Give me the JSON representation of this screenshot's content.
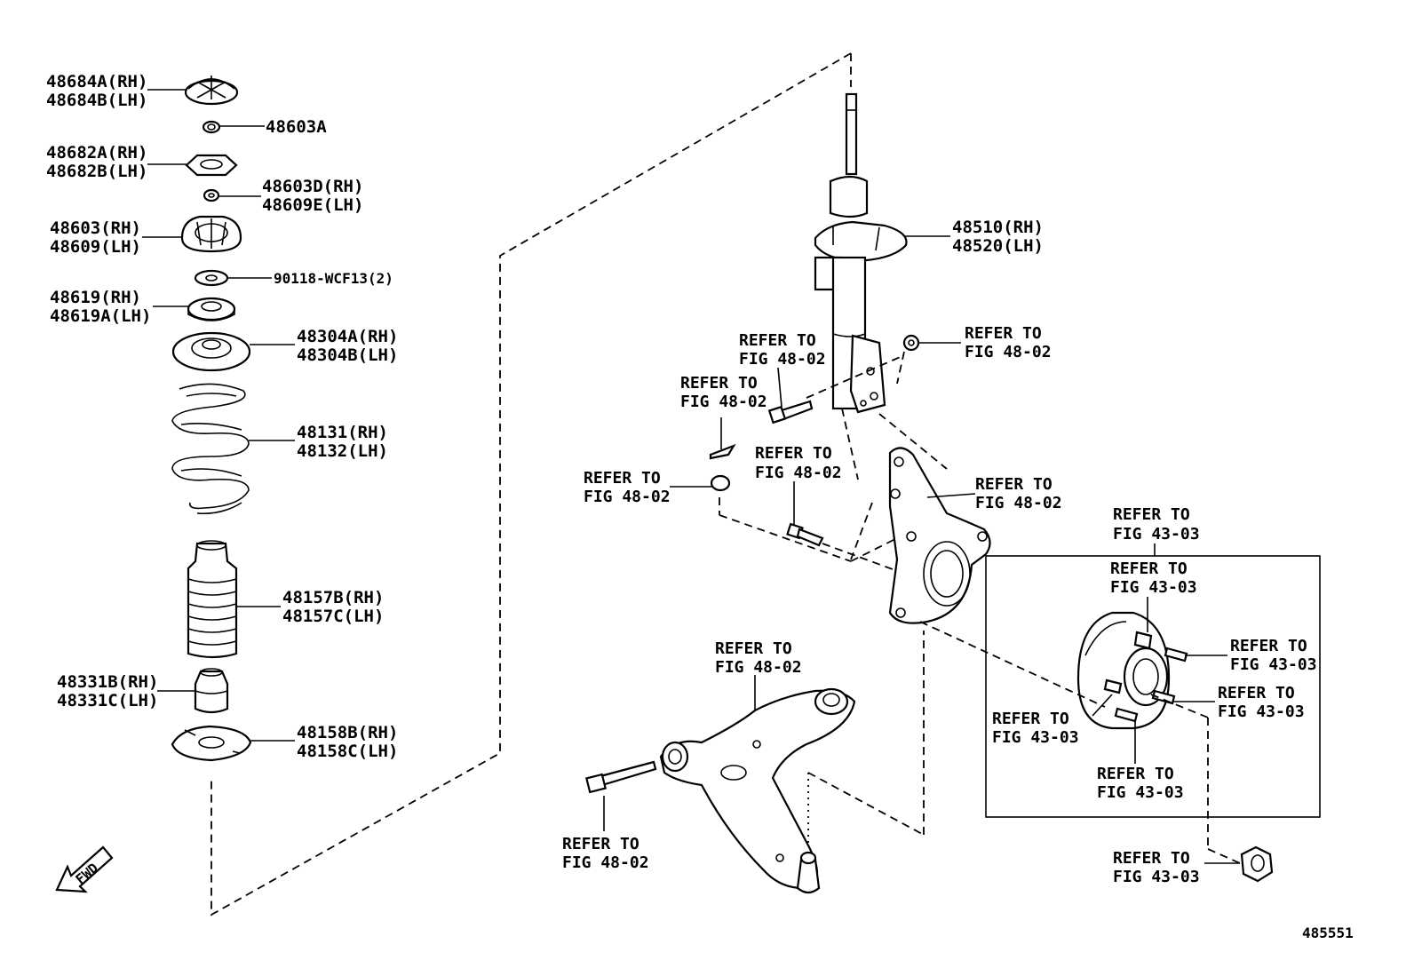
{
  "left_stack": {
    "l1a": "48684A(RH)",
    "l1b": "48684B(LH)",
    "l2": "48603A",
    "l3a": "48682A(RH)",
    "l3b": "48682B(LH)",
    "l4a": "48603D(RH)",
    "l4b": "48609E(LH)",
    "l5a": "48603(RH)",
    "l5b": "48609(LH)",
    "l6": "90118-WCF13(2)",
    "l7a": "48619(RH)",
    "l7b": "48619A(LH)",
    "l8a": "48304A(RH)",
    "l8b": "48304B(LH)",
    "l9a": "48131(RH)",
    "l9b": "48132(LH)",
    "l10a": "48157B(RH)",
    "l10b": "48157C(LH)",
    "l11a": "48331B(RH)",
    "l11b": "48331C(LH)",
    "l12a": "48158B(RH)",
    "l12b": "48158C(LH)"
  },
  "strut": {
    "a": "48510(RH)",
    "b": "48520(LH)"
  },
  "refers": [
    {
      "a": "REFER TO",
      "b": "FIG 48-02"
    },
    {
      "a": "REFER TO",
      "b": "FIG 48-02"
    },
    {
      "a": "REFER TO",
      "b": "FIG 48-02"
    },
    {
      "a": "REFER TO",
      "b": "FIG 48-02"
    },
    {
      "a": "REFER TO",
      "b": "FIG 48-02"
    },
    {
      "a": "REFER TO",
      "b": "FIG 48-02"
    },
    {
      "a": "REFER TO",
      "b": "FIG 48-02"
    },
    {
      "a": "REFER TO",
      "b": "FIG 48-02"
    },
    {
      "a": "REFER TO",
      "b": "FIG 43-03"
    },
    {
      "a": "REFER TO",
      "b": "FIG 43-03"
    },
    {
      "a": "REFER TO",
      "b": "FIG 43-03"
    },
    {
      "a": "REFER TO",
      "b": "FIG 43-03"
    },
    {
      "a": "REFER TO",
      "b": "FIG 43-03"
    },
    {
      "a": "REFER TO",
      "b": "FIG 43-03"
    },
    {
      "a": "REFER TO",
      "b": "FIG 43-03"
    }
  ],
  "fwd": "FWD",
  "diagram_id": "485551"
}
